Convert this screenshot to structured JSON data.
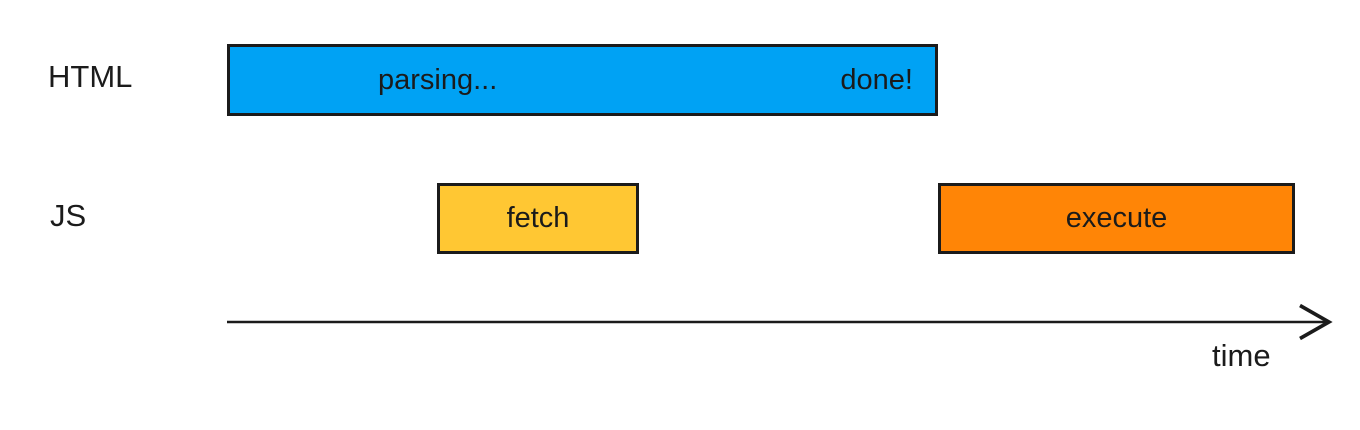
{
  "rows": {
    "html": {
      "label": "HTML",
      "parsing_bar": {
        "start_text": "parsing...",
        "end_text": "done!",
        "color": "#00a2f4"
      }
    },
    "js": {
      "label": "JS",
      "fetch_bar": {
        "label": "fetch",
        "color": "#ffc733"
      },
      "execute_bar": {
        "label": "execute",
        "color": "#ff8506"
      }
    }
  },
  "axis": {
    "label": "time",
    "ink_color": "#1b1b1b"
  }
}
